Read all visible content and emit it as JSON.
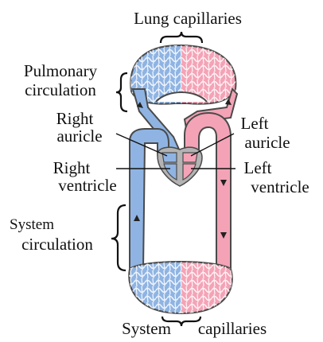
{
  "labels": {
    "lung_capillaries": "Lung capillaries",
    "pulmonary_circulation_line1": "Pulmonary",
    "pulmonary_circulation_line2": "circulation",
    "right_auricle_line1": "Right",
    "right_auricle_line2": "auricle",
    "left_auricle_line1": "Left",
    "left_auricle_line2": "auricle",
    "right_ventricle_line1": "Right",
    "right_ventricle_line2": "ventricle",
    "left_ventricle_line1": "Left",
    "left_ventricle_line2": "ventricle",
    "system_circulation_line1": "System",
    "system_circulation_line2": "circulation",
    "system_capillaries_left": "System",
    "system_capillaries_right": "capillaries"
  },
  "colors": {
    "deoxygenated": "#8fb4e3",
    "oxygenated": "#f4a3b6",
    "outline": "#4a4a4a",
    "heart": "#b3b3b3"
  }
}
